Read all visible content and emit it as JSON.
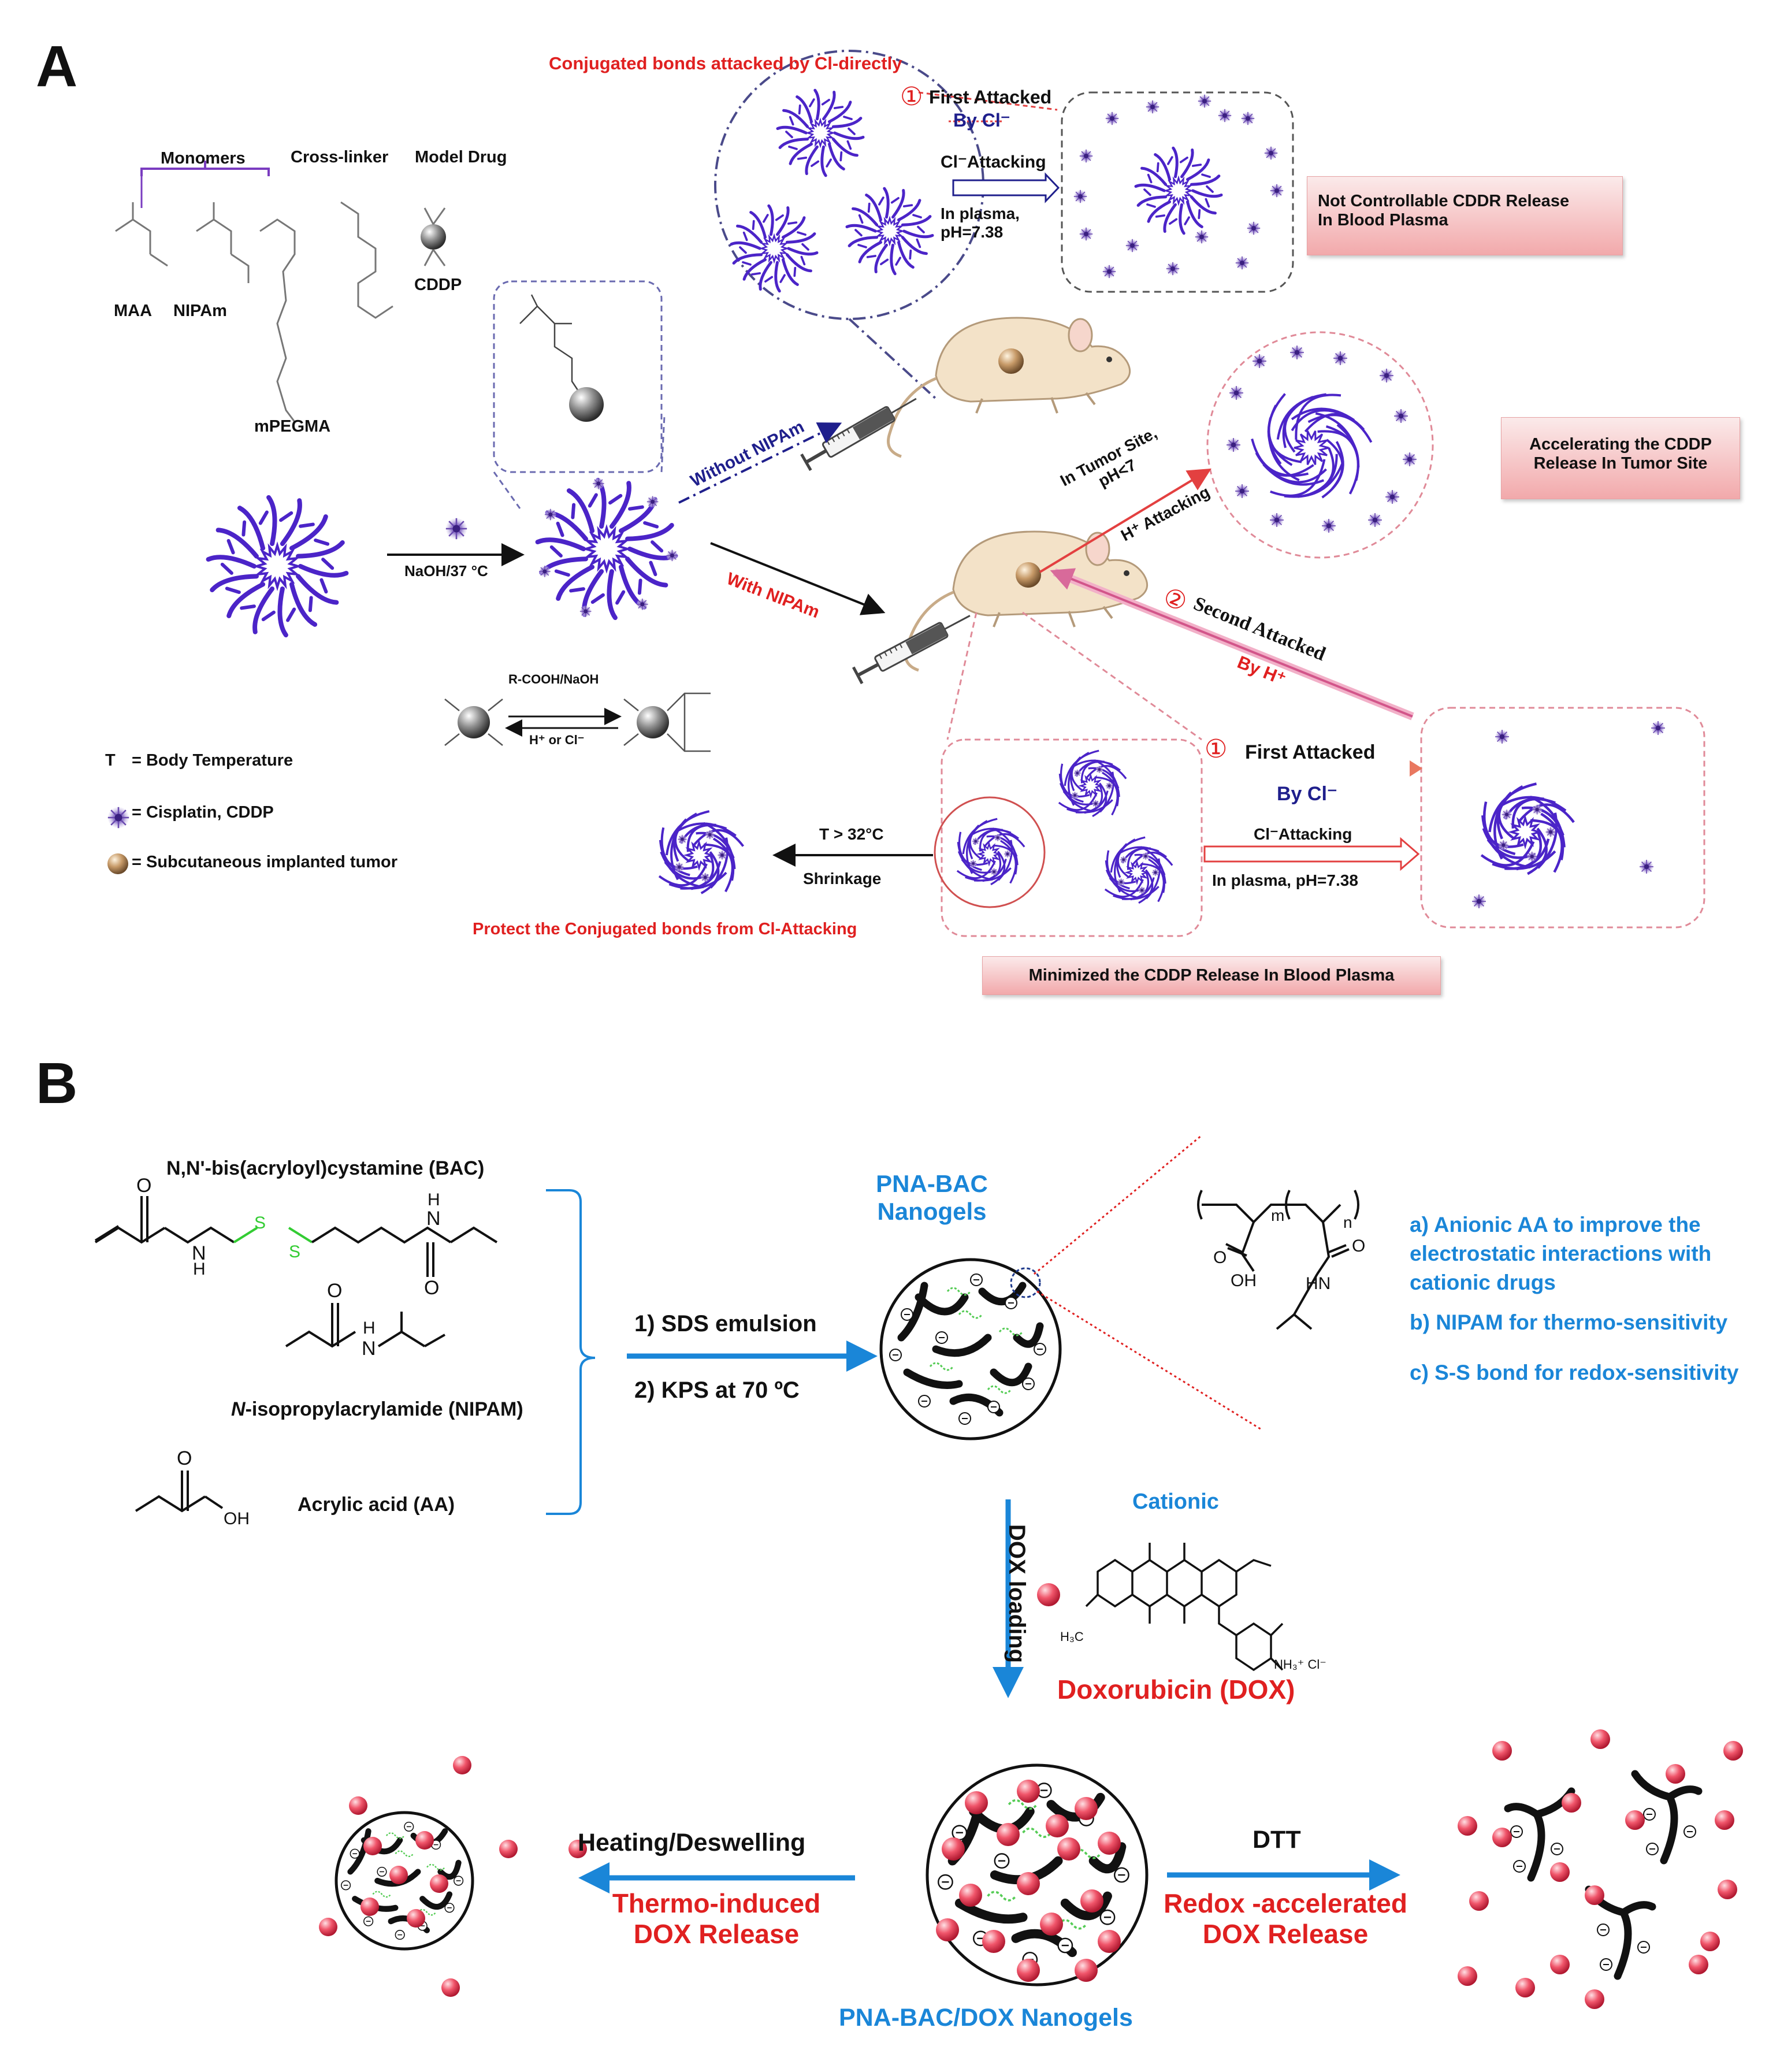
{
  "panel_a": {
    "label": "A",
    "monomers_title": "Monomers",
    "crosslinker_title": "Cross-linker",
    "model_drug_title": "Model Drug",
    "maa": "MAA",
    "nipam": "NIPAm",
    "mpegma": "mPEGMA",
    "cddp": "CDDP",
    "naoh_label": "NaOH/37 °C",
    "rcooh_label": "R-COOH/NaOH",
    "h_or_cl_label": "H⁺ or Cl⁻",
    "legend": [
      {
        "symbol": "T",
        "text": "= Body Temperature"
      },
      {
        "symbol": "cisplatin-icon",
        "text": "= Cisplatin, CDDP"
      },
      {
        "symbol": "tumor-icon",
        "text": "= Subcutaneous implanted tumor"
      }
    ],
    "without_nipam": "Without NIPAm",
    "with_nipam": "With NIPAm",
    "top_title": "Conjugated bonds attacked by Cl-directly",
    "first_attacked_top": "First Attacked",
    "by_cl_top": "By Cl⁻",
    "cl_attacking_top": "Cl⁻Attacking",
    "in_plasma_top": "In plasma,\npH=7.38",
    "box_not_controllable": "Not Controllable CDDR Release\nIn Blood Plasma",
    "tumor_site": "In Tumor Site,\npH<7",
    "h_attacking": "H⁺ Attacking",
    "box_accelerating": "Accelerating the CDDP\nRelease In Tumor Site",
    "second_attacked": "Second Attacked",
    "by_h": "By H⁺",
    "first_attacked_bottom": "First Attacked",
    "by_cl_bottom": "By Cl⁻",
    "cl_attacking_bottom": "Cl⁻Attacking",
    "in_plasma_bottom": "In plasma, pH=7.38",
    "t_gt_32": "T > 32°C",
    "shrinkage": "Shrinkage",
    "protect_text": "Protect the Conjugated bonds from Cl-Attacking",
    "box_minimized": "Minimized the CDDP Release In Blood Plasma",
    "circled_one": "①",
    "circled_two": "②",
    "colors": {
      "polymer": "#4b24c8",
      "arrow_red": "#e34040",
      "box": "#f2a9ab",
      "drug": "#7a5ab8"
    }
  },
  "panel_b": {
    "label": "B",
    "bac_name": "N,N'-bis(acryloyl)cystamine (BAC)",
    "nipam_name_italic": "N",
    "nipam_name_rest": "-isopropylacrylamide (NIPAM)",
    "aa_name": "Acrylic acid (AA)",
    "step1": "1) SDS emulsion",
    "step2": "2) KPS at 70 ºC",
    "pna_bac": "PNA-BAC\nNanogels",
    "point_a": "a)  Anionic AA to improve the\n     electrostatic interactions with\n     cationic drugs",
    "point_b": "b) NIPAM for thermo-sensitivity",
    "point_c": "c) S-S bond for redox-sensitivity",
    "cationic": "Cationic",
    "dox_loading": "DOX loading",
    "doxorubicin": "Doxorubicin (DOX)",
    "heating": "Heating/Deswelling",
    "thermo_release": "Thermo-induced\nDOX Release",
    "dtt": "DTT",
    "redox_release": "Redox -accelerated\nDOX Release",
    "pna_bac_dox": "PNA-BAC/DOX Nanogels",
    "chem": {
      "o": "O",
      "n": "N",
      "h": "H",
      "oh": "OH",
      "hn": "HN",
      "s": "S",
      "m": "m",
      "n_sub": "n",
      "h3co": "H₃C",
      "nh3": "NH₃⁺ Cl⁻"
    },
    "colors": {
      "blue_text": "#1a86d8",
      "red_text": "#e02020",
      "sulfur": "#33cc33",
      "dox": "#e8404a"
    }
  }
}
